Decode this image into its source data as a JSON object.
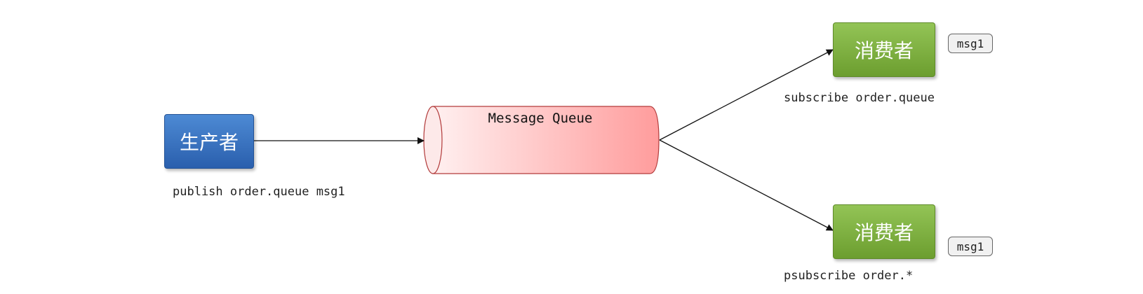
{
  "producer": {
    "label": "生产者",
    "command": "publish order.queue msg1"
  },
  "queue": {
    "label": "Message Queue"
  },
  "consumers": [
    {
      "label": "消费者",
      "command": "subscribe order.queue",
      "message": "msg1"
    },
    {
      "label": "消费者",
      "command": "psubscribe order.*",
      "message": "msg1"
    }
  ],
  "colors": {
    "producer": "#3a72c2",
    "consumer": "#7fb13f",
    "queue_light": "#fff0f0",
    "queue_dark": "#ff9c9c"
  }
}
